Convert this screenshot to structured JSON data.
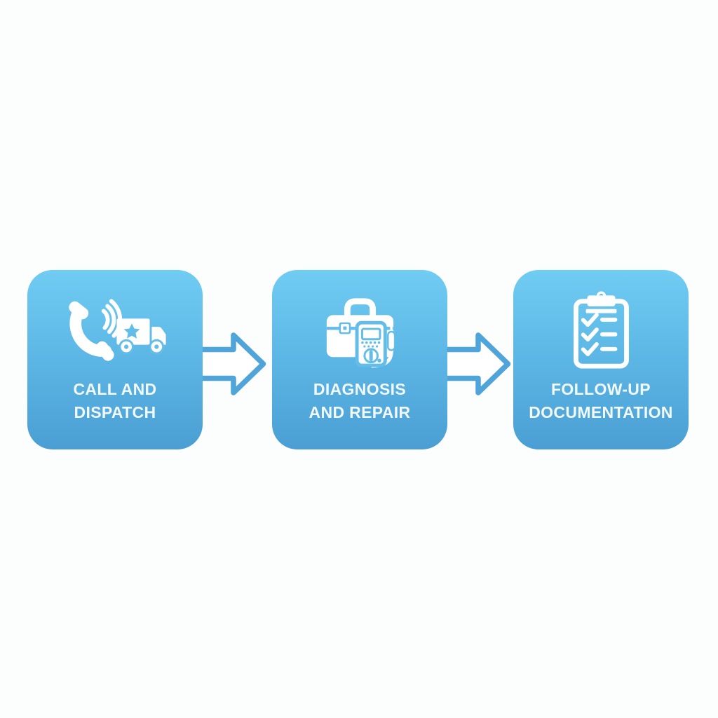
{
  "page": {
    "background_color": "#fcfdfd",
    "type": "process-flow-diagram"
  },
  "colors": {
    "card_gradient_top": "#70ccf2",
    "card_gradient_bottom": "#4a9ed3",
    "arrow_stroke": "#4fa5da",
    "arrow_fill": "#ffffff",
    "icon_color": "#ffffff",
    "icon_cutout_color": "#63bde8",
    "label_color": "#f2f9fd"
  },
  "diagram": {
    "steps": [
      {
        "label_line1": "CALL AND",
        "label_line2": "DISPATCH",
        "icon": "phone-truck-icon"
      },
      {
        "label_line1": "DIAGNOSIS",
        "label_line2": "AND REPAIR",
        "icon": "toolbox-multimeter-icon"
      },
      {
        "label_line1": "FOLLOW-UP",
        "label_line2": "DOCUMENTATION",
        "icon": "clipboard-checklist-icon"
      }
    ],
    "connectors": [
      {
        "from_step": 1,
        "to_step": 2,
        "shape": "right-arrow-outline"
      },
      {
        "from_step": 2,
        "to_step": 3,
        "shape": "right-arrow-outline"
      }
    ]
  }
}
